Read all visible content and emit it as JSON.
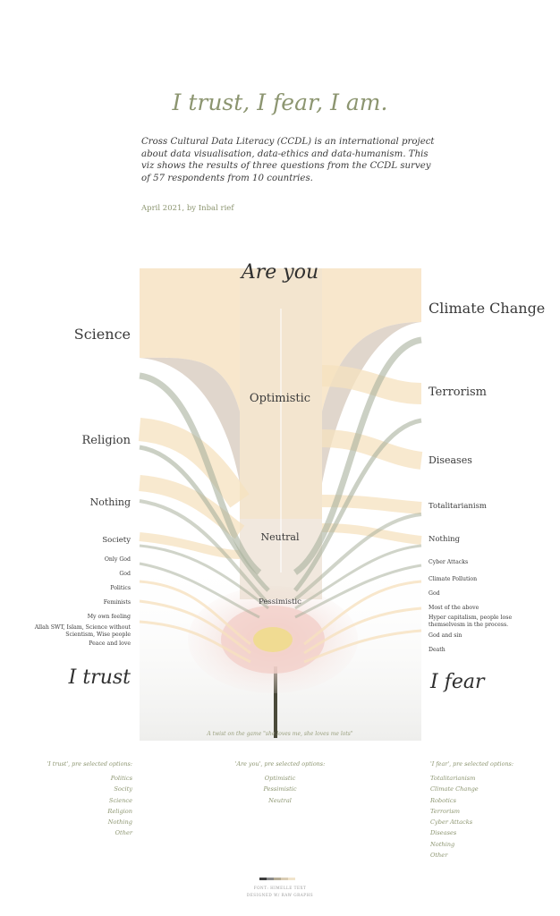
{
  "header": {
    "title": "I trust, I fear, I am.",
    "intro": "Cross Cultural Data Literacy (CCDL) is an international project about data visualisation, data-ethics and data-humanism. This viz shows the results of three questions from the CCDL survey of 57 respondents from 10 countries.",
    "byline": "April 2021, by Inbal rief"
  },
  "diagram": {
    "trust_heading": "I trust",
    "are_heading": "Are you",
    "fear_heading": "I fear",
    "trust_nodes": [
      {
        "label": "Science",
        "size": "xl"
      },
      {
        "label": "Religion",
        "size": "l"
      },
      {
        "label": "Nothing",
        "size": "m"
      },
      {
        "label": "Society",
        "size": "s"
      },
      {
        "label": "Only God",
        "size": "xs"
      },
      {
        "label": "God",
        "size": "xs"
      },
      {
        "label": "Politics",
        "size": "xs"
      },
      {
        "label": "Feminists",
        "size": "xs"
      },
      {
        "label": "My own feeling",
        "size": "xs"
      },
      {
        "label": "Allah SWT, Islam, Science without Scientism, Wise people",
        "size": "xs"
      },
      {
        "label": "Peace and love",
        "size": "xs"
      }
    ],
    "are_nodes": [
      {
        "label": "Optimistic",
        "size": "l"
      },
      {
        "label": "Neutral",
        "size": "m"
      },
      {
        "label": "Pessimistic",
        "size": "s"
      }
    ],
    "fear_nodes": [
      {
        "label": "Climate Change",
        "size": "xl"
      },
      {
        "label": "Terrorism",
        "size": "l"
      },
      {
        "label": "Diseases",
        "size": "m"
      },
      {
        "label": "Totalitarianism",
        "size": "s"
      },
      {
        "label": "Nothing",
        "size": "s"
      },
      {
        "label": "Cyber Attacks",
        "size": "xs"
      },
      {
        "label": "Climate Pollution",
        "size": "xs"
      },
      {
        "label": "God",
        "size": "xs"
      },
      {
        "label": "Most of the above",
        "size": "xs"
      },
      {
        "label": "Hyper capitalism, people lose themselvesm in the process.",
        "size": "xs"
      },
      {
        "label": "God and sin",
        "size": "xs"
      },
      {
        "label": "Death",
        "size": "xs"
      }
    ],
    "caption": "A twist on the game \"she loves me, she loves me lots\""
  },
  "legend": {
    "trust": {
      "heading": "'I trust', pre selected options:",
      "items": [
        "Politics",
        "Socity",
        "Science",
        "Religion",
        "Nothing",
        "Other"
      ]
    },
    "are": {
      "heading": "'Are you', pre selected options:",
      "items": [
        "Optimistic",
        "Pessimistic",
        "Neutral"
      ]
    },
    "fear": {
      "heading": "'I fear', pre selected options:",
      "items": [
        "Totalitarianism",
        "Climate Change",
        "Robotics",
        "Terrorism",
        "Cyber Attacks",
        "Diseases",
        "Nothing",
        "Other"
      ]
    }
  },
  "footer": {
    "line1": "FONT: HIMELLE TEXT",
    "line2": "DESIGNED W/ RAW GRAPHS"
  },
  "colors": {
    "peach": "#f6e1bf",
    "taupe": "#d8ccbf",
    "sage": "#a9b09d",
    "accent": "#8c9570",
    "swatches": [
      "#3d3d3d",
      "#8a8a8a",
      "#b7ad96",
      "#d9ccb4",
      "#f1e4cc"
    ]
  }
}
